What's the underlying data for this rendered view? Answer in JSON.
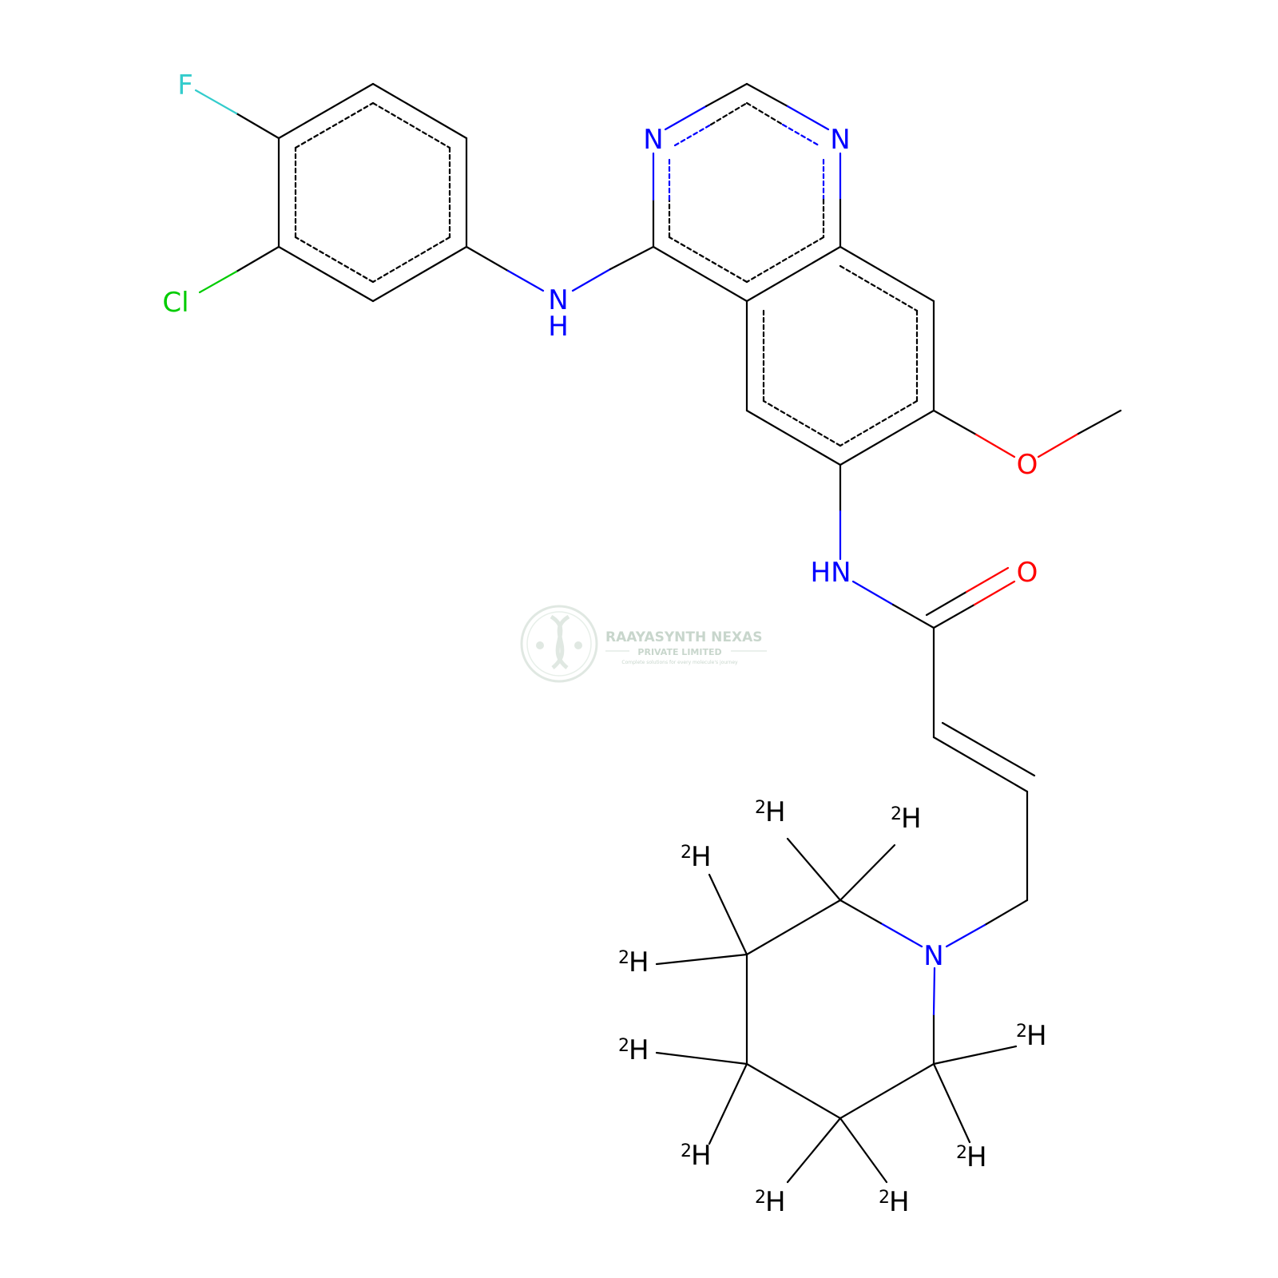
{
  "colors": {
    "carbon": "#000000",
    "nitrogen": "#0000ff",
    "oxygen": "#ff0000",
    "fluorine": "#33cccc",
    "chlorine": "#00cc00",
    "watermark": "#c8d6cc"
  },
  "labels": {
    "F": "F",
    "Cl": "Cl",
    "N1": "N",
    "N3": "N",
    "NH_top_N": "N",
    "NH_top_H": "H",
    "O_methoxy": "O",
    "NH_amide": "HN",
    "O_carbonyl": "O",
    "N_pip": "N",
    "D_isotope": "2",
    "D_symbol": "H"
  },
  "watermark": {
    "company": "RAAYASYNTH NEXAS",
    "sub": "PRIVATE LIMITED",
    "tagline": "Complete solutions for every molecule's journey"
  }
}
